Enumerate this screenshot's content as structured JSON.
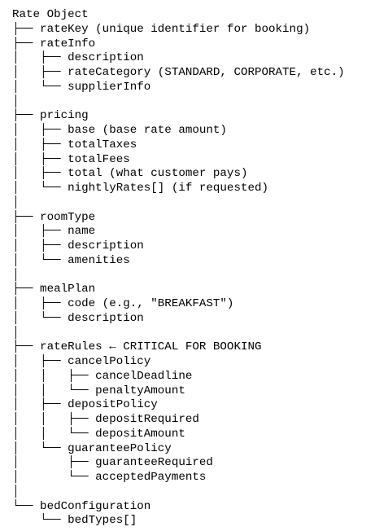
{
  "tree": {
    "lines": [
      "Rate Object",
      "├── rateKey (unique identifier for booking)",
      "├── rateInfo",
      "│   ├── description",
      "│   ├── rateCategory (STANDARD, CORPORATE, etc.)",
      "│   └── supplierInfo",
      "│",
      "├── pricing",
      "│   ├── base (base rate amount)",
      "│   ├── totalTaxes",
      "│   ├── totalFees",
      "│   ├── total (what customer pays)",
      "│   └── nightlyRates[] (if requested)",
      "│",
      "├── roomType",
      "│   ├── name",
      "│   ├── description",
      "│   └── amenities",
      "│",
      "├── mealPlan",
      "│   ├── code (e.g., \"BREAKFAST\")",
      "│   └── description",
      "│",
      "├── rateRules ← CRITICAL FOR BOOKING",
      "│   ├── cancelPolicy",
      "│   │   ├── cancelDeadline",
      "│   │   └── penaltyAmount",
      "│   ├── depositPolicy",
      "│   │   ├── depositRequired",
      "│   │   └── depositAmount",
      "│   └── guaranteePolicy",
      "│       ├── guaranteeRequired",
      "│       └── acceptedPayments",
      "│",
      "└── bedConfiguration",
      "    └── bedTypes[]"
    ]
  }
}
